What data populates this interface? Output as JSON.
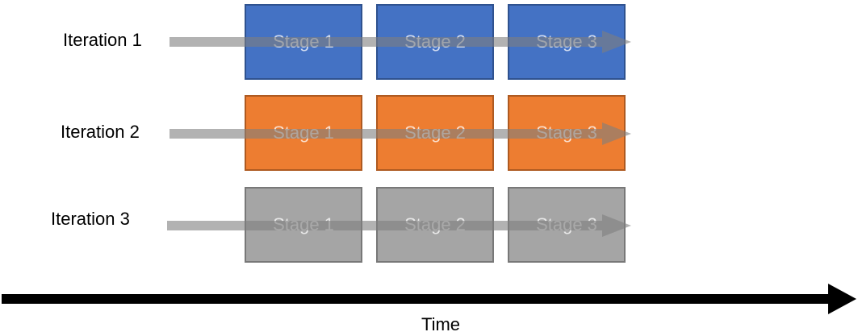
{
  "iterations": [
    {
      "label": "Iteration 1",
      "fill": "#4472C4",
      "stroke": "#2F528F",
      "stages": [
        "Stage 1",
        "Stage 2",
        "Stage 3"
      ]
    },
    {
      "label": "Iteration 2",
      "fill": "#ED7D31",
      "stroke": "#AE5A21",
      "stages": [
        "Stage 1",
        "Stage 2",
        "Stage 3"
      ]
    },
    {
      "label": "Iteration 3",
      "fill": "#A5A5A5",
      "stroke": "#787878",
      "stages": [
        "Stage 1",
        "Stage 2",
        "Stage 3"
      ]
    }
  ],
  "axis": {
    "label": "Time",
    "color": "#000000"
  },
  "flow_arrow_color": "#7F7F7F"
}
